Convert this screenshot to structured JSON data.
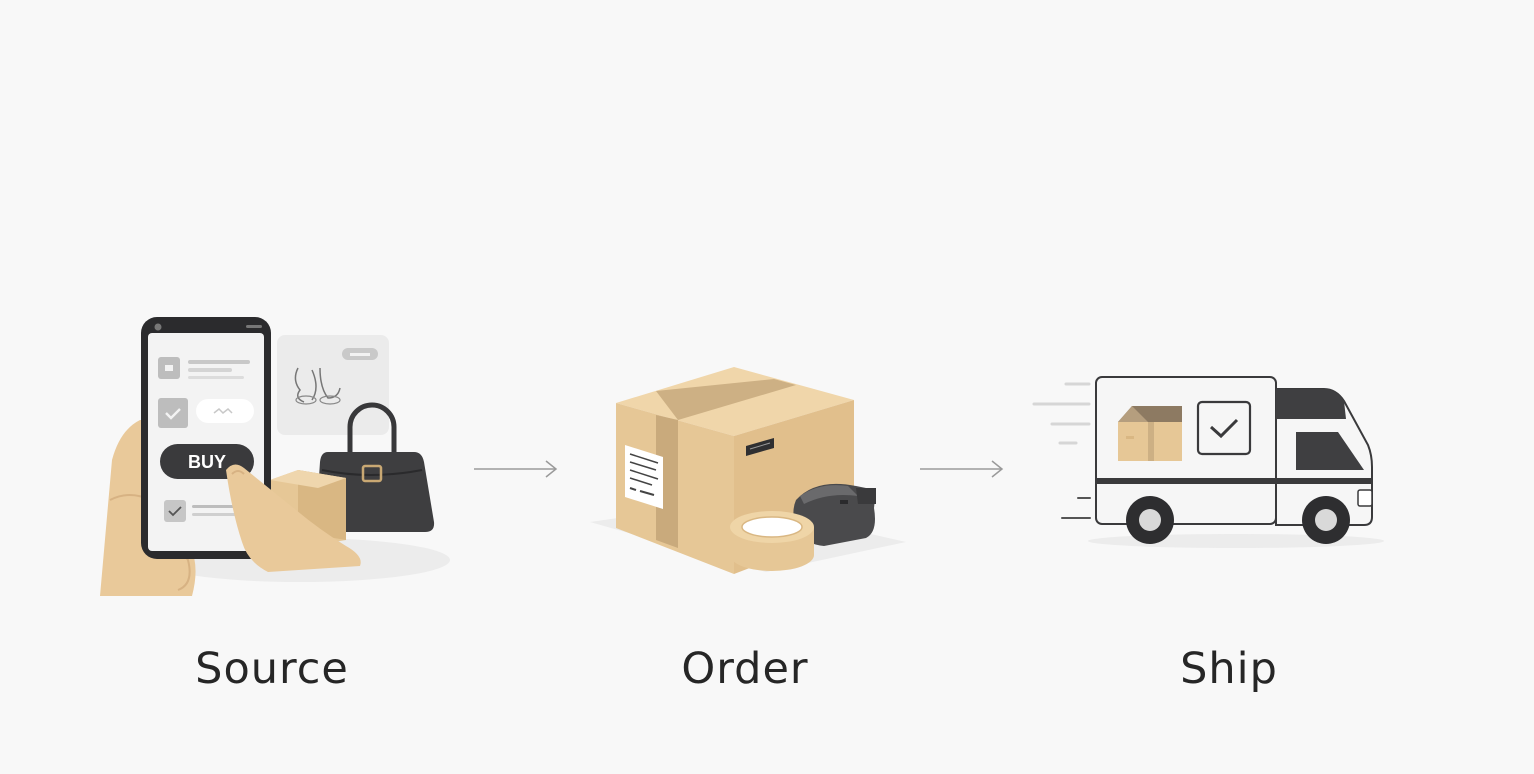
{
  "steps": [
    {
      "label": "Source",
      "icon": "phone-shopping-icon"
    },
    {
      "label": "Order",
      "icon": "package-box-icon"
    },
    {
      "label": "Ship",
      "icon": "delivery-truck-icon"
    }
  ],
  "phone": {
    "buy_label": "BUY"
  },
  "colors": {
    "background": "#f8f8f8",
    "cardboard": "#e6c796",
    "dark": "#3b3b3d",
    "text": "#262626"
  }
}
